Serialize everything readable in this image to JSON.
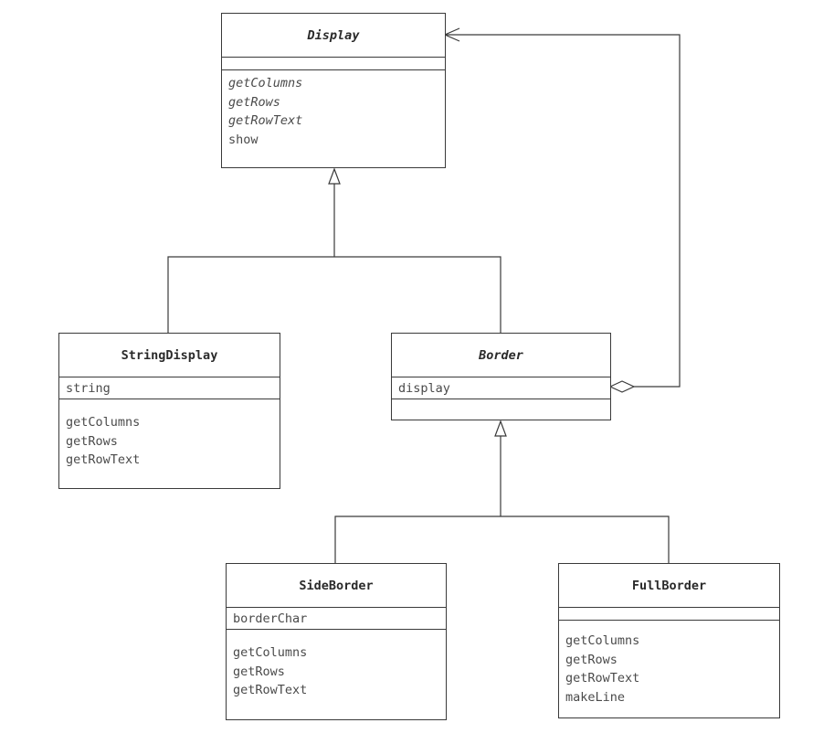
{
  "classes": {
    "display": {
      "name": "Display",
      "abstract": true,
      "attributes": [],
      "operations": [
        {
          "name": "getColumns",
          "abstract": true
        },
        {
          "name": "getRows",
          "abstract": true
        },
        {
          "name": "getRowText",
          "abstract": true
        },
        {
          "name": "show",
          "abstract": false
        }
      ]
    },
    "string_display": {
      "name": "StringDisplay",
      "abstract": false,
      "attributes": [
        "string"
      ],
      "operations": [
        {
          "name": "getColumns",
          "abstract": false
        },
        {
          "name": "getRows",
          "abstract": false
        },
        {
          "name": "getRowText",
          "abstract": false
        }
      ]
    },
    "border": {
      "name": "Border",
      "abstract": true,
      "attributes": [
        "display"
      ],
      "operations": []
    },
    "side_border": {
      "name": "SideBorder",
      "abstract": false,
      "attributes": [
        "borderChar"
      ],
      "operations": [
        {
          "name": "getColumns",
          "abstract": false
        },
        {
          "name": "getRows",
          "abstract": false
        },
        {
          "name": "getRowText",
          "abstract": false
        }
      ]
    },
    "full_border": {
      "name": "FullBorder",
      "abstract": false,
      "attributes": [],
      "operations": [
        {
          "name": "getColumns",
          "abstract": false
        },
        {
          "name": "getRows",
          "abstract": false
        },
        {
          "name": "getRowText",
          "abstract": false
        },
        {
          "name": "makeLine",
          "abstract": false
        }
      ]
    }
  },
  "relationships": [
    {
      "type": "generalization",
      "from": "string_display",
      "to": "display"
    },
    {
      "type": "generalization",
      "from": "border",
      "to": "display"
    },
    {
      "type": "generalization",
      "from": "side_border",
      "to": "border"
    },
    {
      "type": "generalization",
      "from": "full_border",
      "to": "border"
    },
    {
      "type": "aggregation",
      "from": "border",
      "to": "display",
      "navigable": true
    }
  ]
}
